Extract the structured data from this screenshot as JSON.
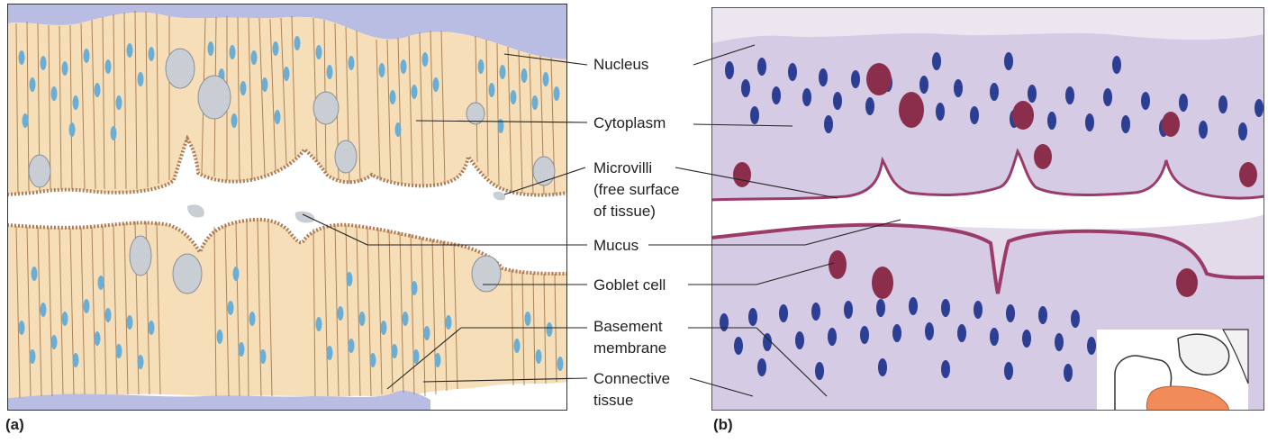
{
  "panels": {
    "a": {
      "label": "(a)"
    },
    "b": {
      "label": "(b)"
    }
  },
  "labels": {
    "nucleus": "Nucleus",
    "cytoplasm": "Cytoplasm",
    "microvilli": [
      "Microvilli",
      "(free surface",
      "of tissue)"
    ],
    "mucus": "Mucus",
    "goblet_cell": "Goblet cell",
    "basement_membrane": [
      "Basement",
      "membrane"
    ],
    "connective_tissue": [
      "Connective",
      "tissue"
    ]
  },
  "colors": {
    "cytoplasm_drawing": "#f6dfb8",
    "nucleus_drawing": "#6aaed6",
    "connective_drawing": "#b9bde3",
    "microvilli_drawing": "#b07a55",
    "goblet_drawing": "#c9ced4",
    "stain_background": "#d9cfe6",
    "stain_nucleus": "#2d3f93",
    "stain_goblet": "#8a2e4c",
    "organ_intestine": "#f28b5a",
    "organ_stomach": "#f2f2f2"
  }
}
